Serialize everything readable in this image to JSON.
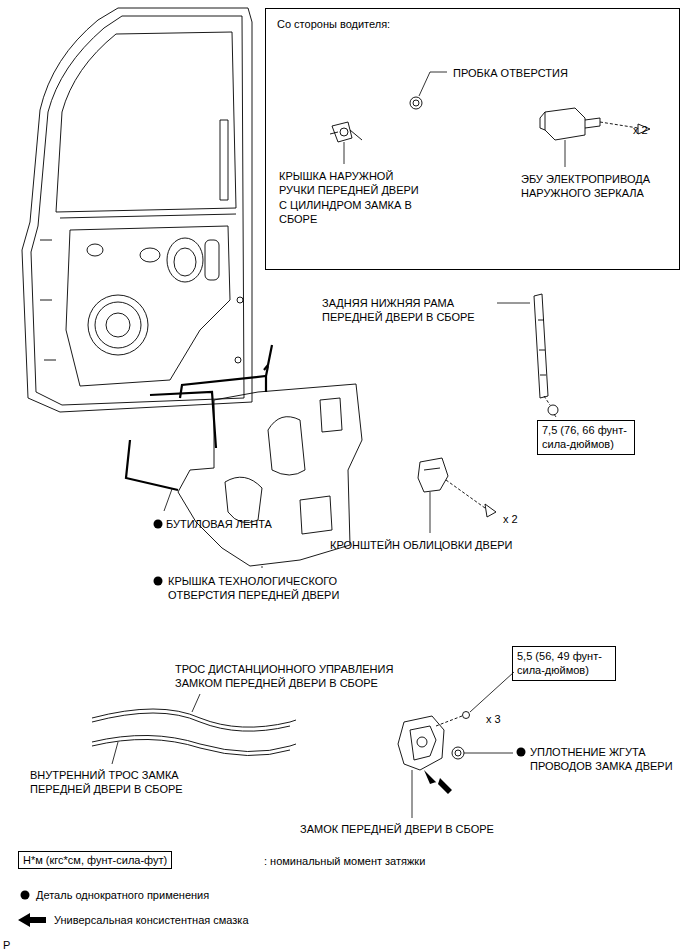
{
  "diagram": {
    "nodes": [
      {
        "text": [
          "Со стороны водителя:",
          "ПРОБКА ОТВЕРСТИЯ",
          "КРЫШКА НАРУЖНОЙ РУЧКИ ПЕРЕДНЕЙ ДВЕРИ С ЦИЛИНДРОМ ЗАМКА В СБОРЕ",
          "ЭБУ ЭЛЕКТРОПРИВОДА НАРУЖНОГО ЗЕРКАЛА",
          "x 2"
        ]
      },
      {
        "text": [
          "7,5 (76, 66 фунт-сила-дюймов)"
        ]
      },
      {
        "text": [
          "5,5 (56, 49 фунт-сила-дюймов)"
        ]
      },
      {
        "text": [
          "Н*м (кгс*см, фунт-сила-фут)"
        ]
      }
    ],
    "labels": [
      "ЗАДНЯЯ НИЖНЯЯ РАМА ПЕРЕДНЕЙ ДВЕРИ В СБОРЕ",
      "x 2",
      "КРОНШТЕЙН ОБЛИЦОВКИ ДВЕРИ",
      "БУТИЛОВАЯ ЛЕНТА",
      "КРЫШКА ТЕХНОЛОГИЧЕСКОГО ОТВЕРСТИЯ ПЕРЕДНЕЙ ДВЕРИ",
      "ТРОС ДИСТАНЦИОННОГО УПРАВЛЕНИЯ ЗАМКОМ ПЕРЕДНЕЙ ДВЕРИ В СБОРЕ",
      "ВНУТРЕННИЙ ТРОС ЗАМКА ПЕРЕДНЕЙ ДВЕРИ В СБОРЕ",
      "x 3",
      "УПЛОТНЕНИЕ ЖГУТА ПРОВОДОВ ЗАМКА ДВЕРИ",
      "ЗАМОК ПЕРЕДНЕЙ ДВЕРИ В СБОРЕ",
      "P"
    ],
    "legend": [
      {
        "text": ": номинальный момент затяжки"
      },
      {
        "text": "Деталь однократного применения"
      },
      {
        "text": "Универсальная консистентная смазка"
      }
    ]
  }
}
